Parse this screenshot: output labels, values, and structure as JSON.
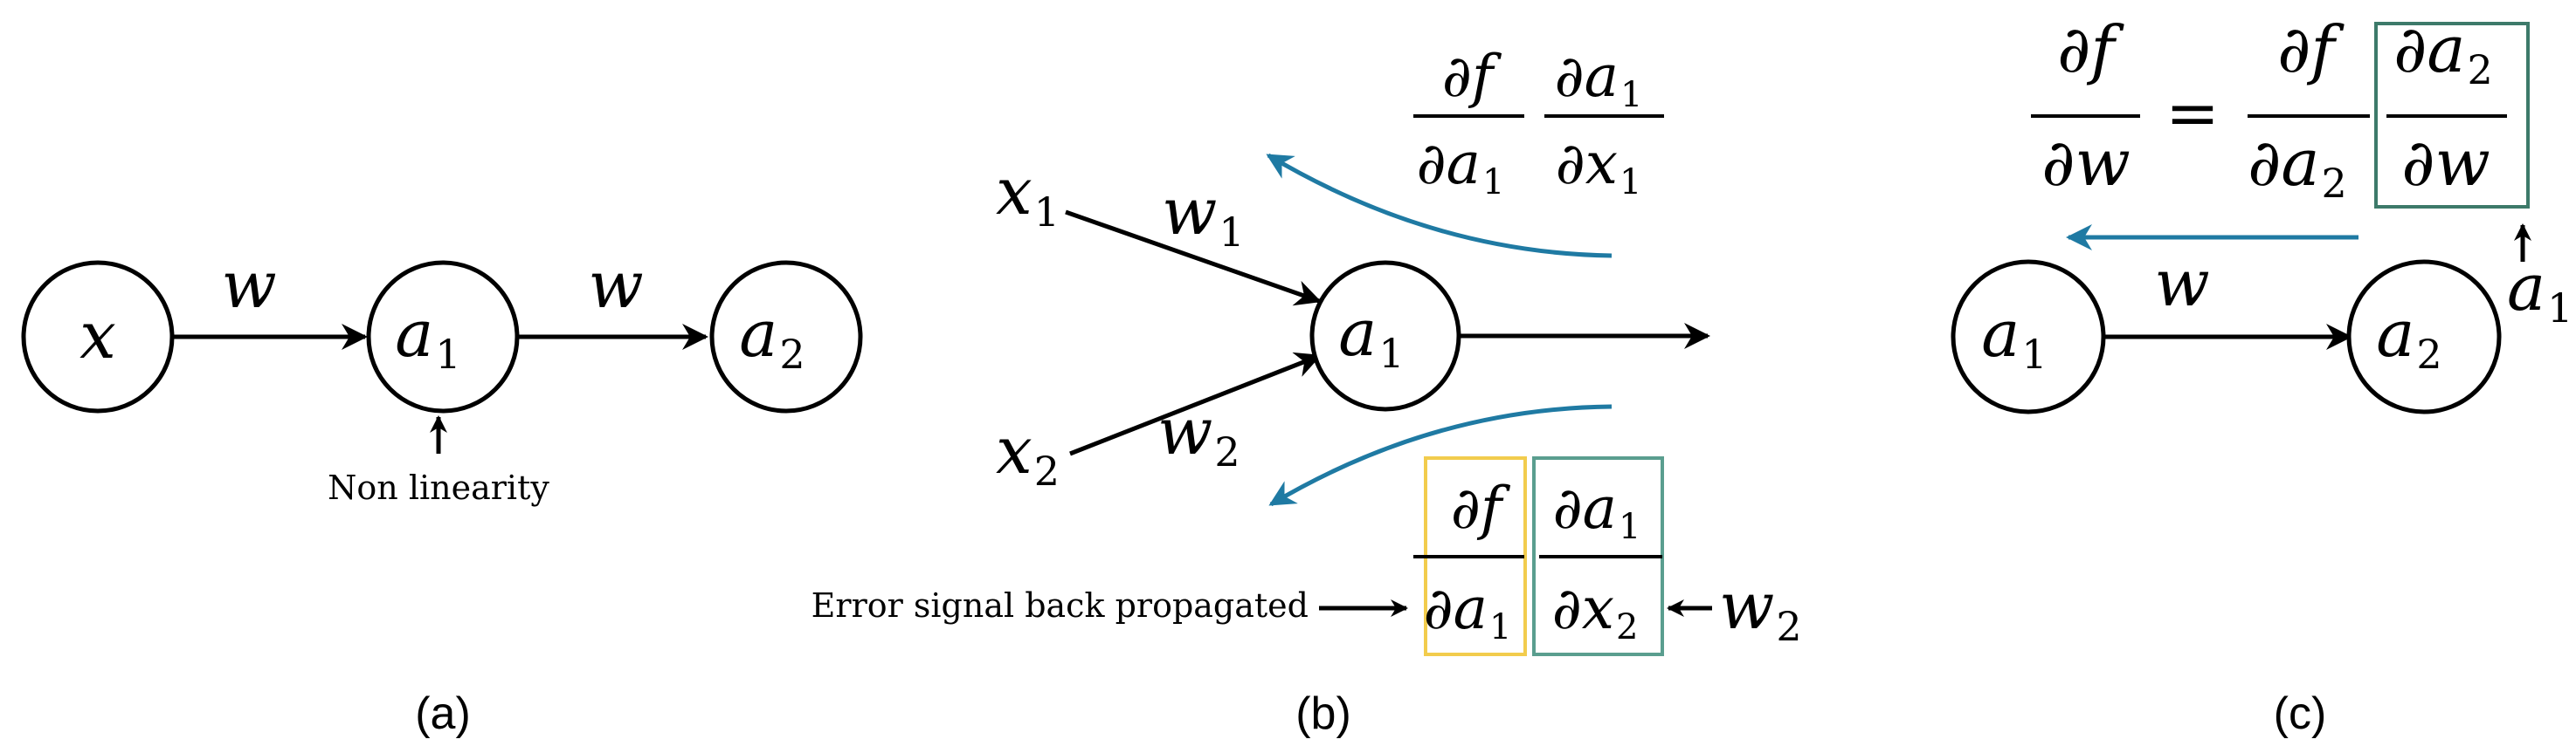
{
  "panel_a": {
    "caption": "(a)",
    "node_x": "x",
    "node_a": "a",
    "node_a_sub": "1",
    "node_b": "a",
    "node_b_sub": "2",
    "edge1_label": "w",
    "edge2_label": "w",
    "annotation": "Non linearity"
  },
  "panel_b": {
    "caption": "(b)",
    "input1": "x",
    "input1_sub": "1",
    "input2": "x",
    "input2_sub": "2",
    "weight1": "w",
    "weight1_sub": "1",
    "weight2": "w",
    "weight2_sub": "2",
    "node": "a",
    "node_sub": "1",
    "top_frac1_num": "∂f",
    "top_frac1_den": "∂a",
    "top_frac1_den_sub": "1",
    "top_frac2_num": "∂a",
    "top_frac2_num_sub": "1",
    "top_frac2_den": "∂x",
    "top_frac2_den_sub": "1",
    "bot_frac1_num": "∂f",
    "bot_frac1_den": "∂a",
    "bot_frac1_den_sub": "1",
    "bot_frac2_num": "∂a",
    "bot_frac2_num_sub": "1",
    "bot_frac2_den": "∂x",
    "bot_frac2_den_sub": "2",
    "error_label": "Error signal back propagated",
    "w2_label": "w",
    "w2_label_sub": "2",
    "box_yellow_color": "#f2cc4d",
    "box_teal_color": "#5a9e8f",
    "arrow_color": "#1f7aa3"
  },
  "panel_c": {
    "caption": "(c)",
    "lhs_num": "∂f",
    "lhs_den": "∂w",
    "equals": "=",
    "rhs1_num": "∂f",
    "rhs1_den": "∂a",
    "rhs1_den_sub": "2",
    "rhs2_num": "∂a",
    "rhs2_num_sub": "2",
    "rhs2_den": "∂w",
    "node_a": "a",
    "node_a_sub": "1",
    "node_b": "a",
    "node_b_sub": "2",
    "edge_label": "w",
    "annotation": "a",
    "annotation_sub": "1",
    "box_color": "#3d7a6a"
  }
}
